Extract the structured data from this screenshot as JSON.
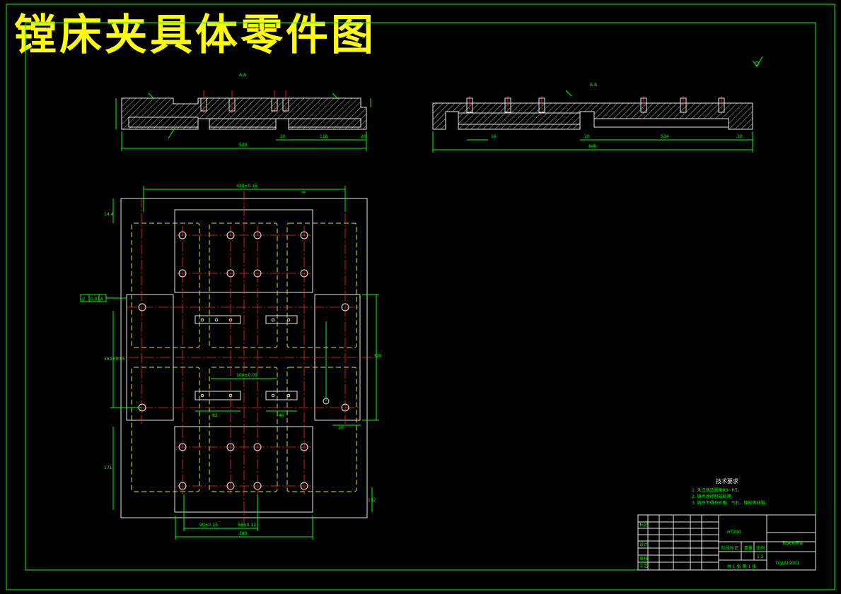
{
  "title": "镗床夹具体零件图",
  "section_labels": {
    "aa": "A-A",
    "bb": "B-B"
  },
  "dimensions": {
    "sec_a_total": "520",
    "sec_a_seg1": "116",
    "sec_a_seg2": "20",
    "sec_a_seg3": "20",
    "sec_b_total": "640",
    "sec_b_seg1": "524",
    "sec_b_seg2": "20",
    "sec_b_seg3": "20",
    "sec_b_seg4": "16",
    "plan_top": "430±0.15",
    "plan_left_top": "14.4",
    "plan_left_mid": "384±0.05",
    "plan_left_bot": "171",
    "plan_right": "320",
    "plan_right_bot": "132",
    "plan_bottom_total": "280",
    "plan_bottom_a": "90±0.15",
    "plan_bottom_b": "58±0.12",
    "plan_center": "100±0.05",
    "plan_sub_a": "82",
    "plan_sub_b": "40",
    "plan_side": "20"
  },
  "tolerance_frame": {
    "symbol": "//",
    "value": "0.01",
    "datum": "A"
  },
  "technical_requirements": {
    "heading": "技术要求",
    "items": [
      "1. 未注铸造圆角R3~R5。",
      "2. 铸件须经时效处理。",
      "3. 铸件不得有砂眼、气孔、缩松等缺陷。"
    ]
  },
  "title_block": {
    "material": "HT200",
    "part_name": "镗床夹具体",
    "drawing_number": "TCJJ010001",
    "scale": "1:2",
    "sheet_info": "共 1 张  第 1 张",
    "row_labels": [
      "标记",
      "设计",
      "审核",
      "工艺"
    ],
    "col_labels": [
      "阶段标记",
      "重量",
      "比例"
    ]
  },
  "colors": {
    "background": "#000000",
    "border": "#00ff00",
    "title": "#ffff00",
    "outline": "#e8e8e8",
    "centerline": "#ff2a2a",
    "hidden": "#e8e800"
  }
}
